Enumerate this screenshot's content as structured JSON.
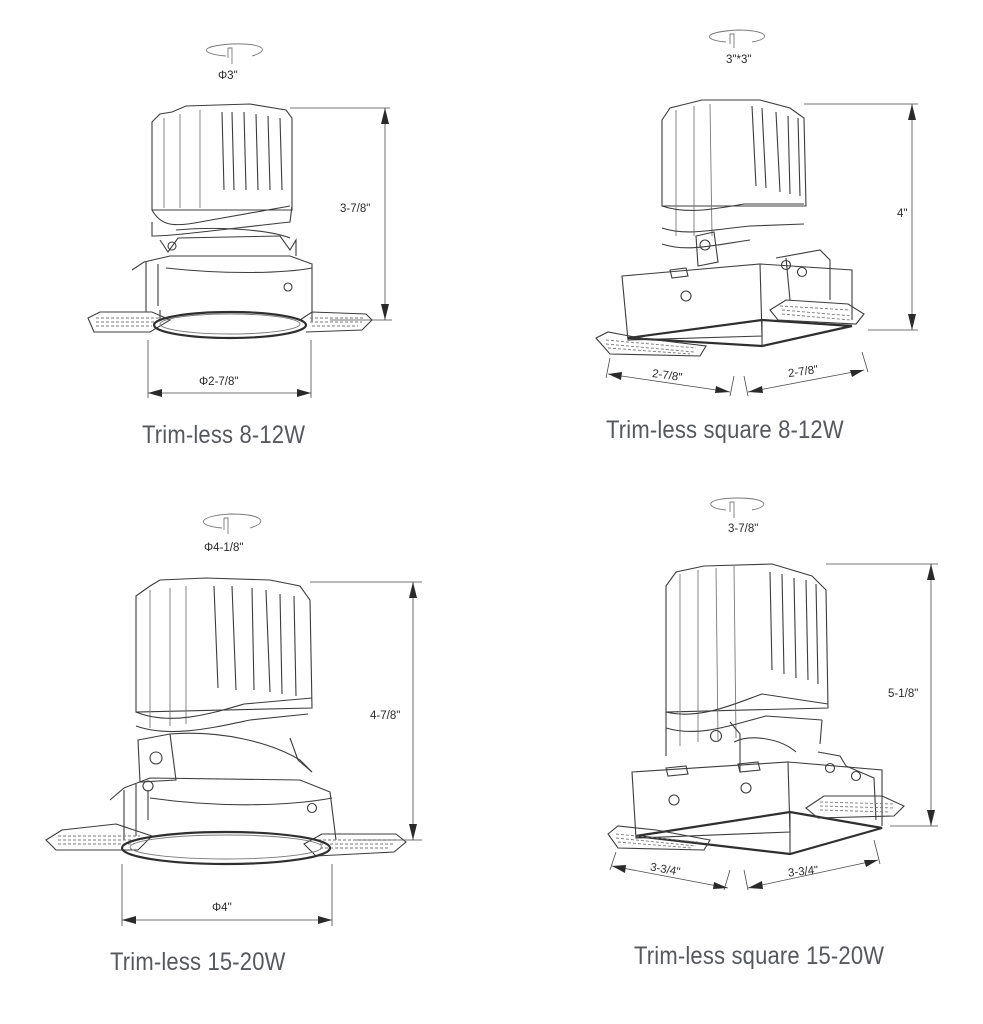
{
  "diagrams": [
    {
      "id": "trimless-8-12w",
      "caption": "Trim-less 8-12W",
      "cutout_label": "Φ3\"",
      "height_label": "3-7/8\"",
      "width_label": "Φ2-7/8\"",
      "shape": "round"
    },
    {
      "id": "trimless-square-8-12w",
      "caption": "Trim-less square 8-12W",
      "cutout_label": "3\"*3\"",
      "height_label": "4\"",
      "width_left_label": "2-7/8\"",
      "width_right_label": "2-7/8\"",
      "shape": "square"
    },
    {
      "id": "trimless-15-20w",
      "caption": "Trim-less 15-20W",
      "cutout_label": "Φ4-1/8\"",
      "height_label": "4-7/8\"",
      "width_label": "Φ4\"",
      "shape": "round"
    },
    {
      "id": "trimless-square-15-20w",
      "caption": "Trim-less square 15-20W",
      "cutout_label": "3-7/8\"",
      "height_label": "5-1/8\"",
      "width_left_label": "3-3/4\"",
      "width_right_label": "3-3/4\"",
      "shape": "square"
    }
  ],
  "colors": {
    "caption_text": "#55585c",
    "line": "#3c3c3c",
    "background": "#ffffff"
  }
}
